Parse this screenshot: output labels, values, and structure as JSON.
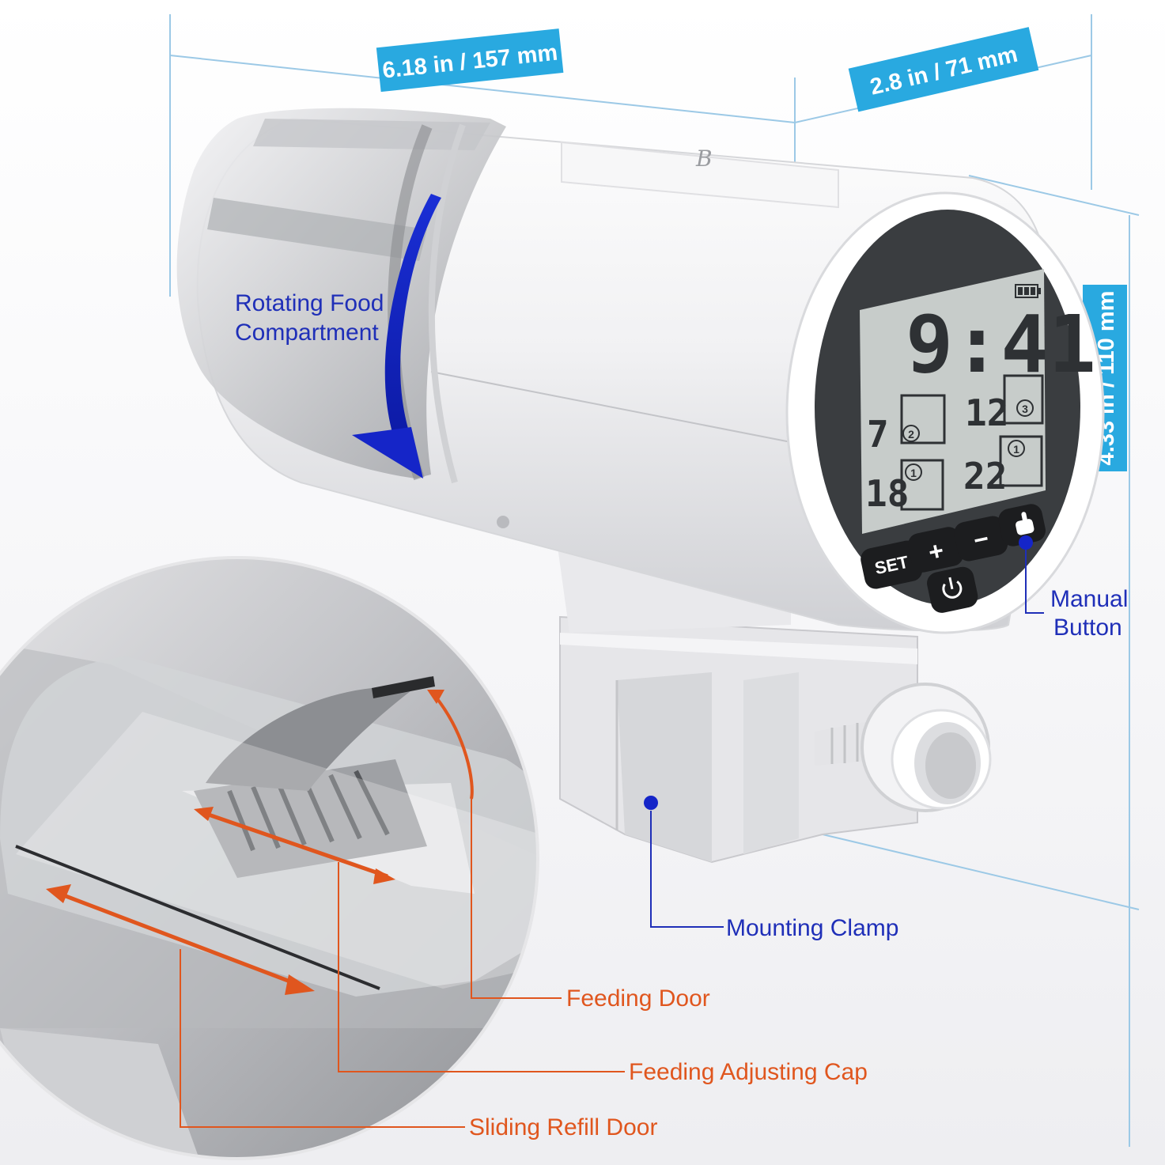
{
  "dimensions": {
    "length": "6.18 in / 157 mm",
    "depth": "2.8 in / 71 mm",
    "height": "4.33 in / 110 mm"
  },
  "labels": {
    "rotating_line1": "Rotating Food",
    "rotating_line2": "Compartment",
    "manual_line1": "Manual",
    "manual_line2": "Button",
    "mounting_clamp": "Mounting Clamp",
    "feeding_door": "Feeding Door",
    "feeding_adjusting_cap": "Feeding Adjusting Cap",
    "sliding_refill_door": "Sliding Refill Door"
  },
  "display": {
    "time": "9:41",
    "schedule": [
      {
        "hour": "7",
        "portions": "2"
      },
      {
        "hour": "12",
        "portions": "3"
      },
      {
        "hour": "18",
        "portions": "1"
      },
      {
        "hour": "22",
        "portions": "1"
      }
    ]
  },
  "buttons": {
    "set": "SET",
    "plus": "+",
    "minus": "−"
  },
  "colors": {
    "dimension_badge": "#29a9e0",
    "label_blue": "#1f2fb8",
    "label_orange": "#e0561e",
    "lcd": "#c7ccca",
    "bezel": "#3a3d40"
  },
  "icons": {
    "battery": "battery-icon",
    "hand": "hand-pointer-icon",
    "power": "power-icon"
  }
}
